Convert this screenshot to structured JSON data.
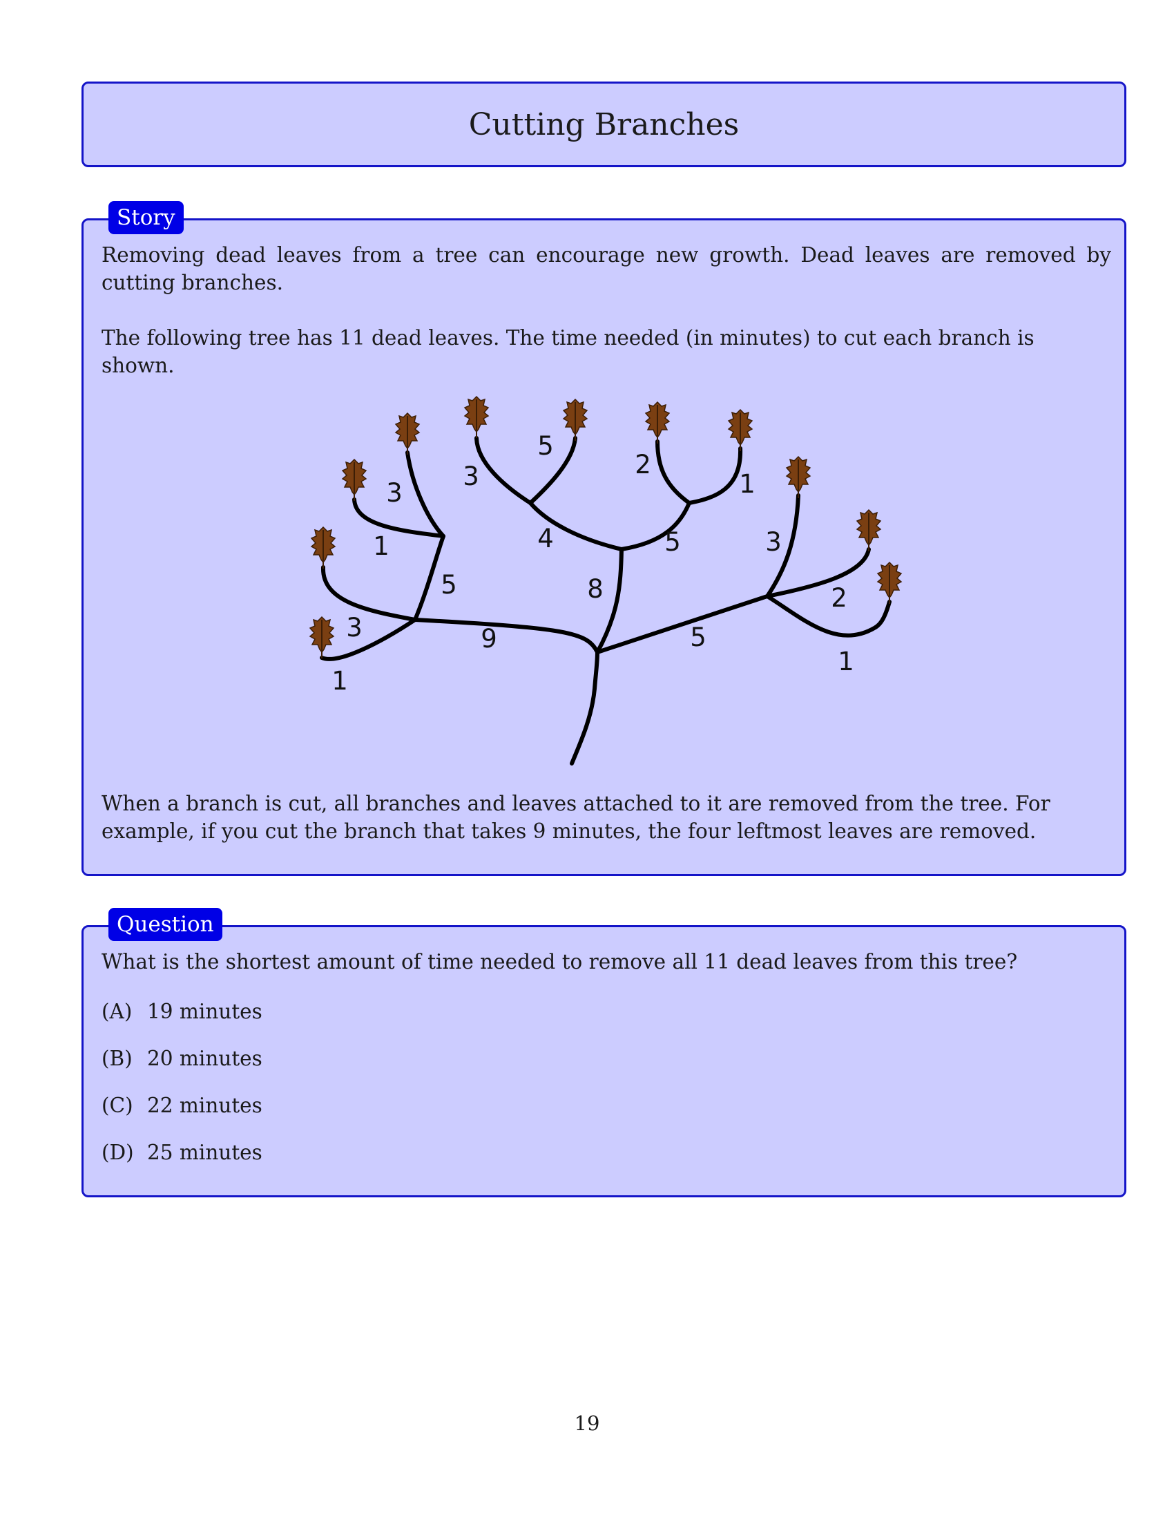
{
  "title": "Cutting Branches",
  "story": {
    "tag": "Story",
    "paragraph1": "Removing dead leaves from a tree can encourage new growth. Dead leaves are removed by cutting branches.",
    "paragraph2": "The following tree has 11 dead leaves. The time needed (in minutes) to cut each branch is shown.",
    "paragraph3": "When a branch is cut, all branches and leaves attached to it are removed from the tree. For example, if you cut the branch that takes 9 minutes, the four leftmost leaves are removed."
  },
  "tree": {
    "leaf_count": 11,
    "branch_weights": [
      "1",
      "3",
      "5",
      "1",
      "3",
      "9",
      "3",
      "5",
      "4",
      "2",
      "1",
      "5",
      "8",
      "5",
      "3",
      "2",
      "1"
    ]
  },
  "question": {
    "tag": "Question",
    "text": "What is the shortest amount of time needed to remove all 11 dead leaves from this tree?",
    "options": [
      {
        "label": "(A)",
        "text": "19 minutes"
      },
      {
        "label": "(B)",
        "text": "20 minutes"
      },
      {
        "label": "(C)",
        "text": "22 minutes"
      },
      {
        "label": "(D)",
        "text": "25 minutes"
      }
    ]
  },
  "page_number": "19",
  "colors": {
    "panel_fill": "#ccccff",
    "panel_border": "#1414c8",
    "tag_fill": "#0000e6",
    "leaf": "#7a3f12"
  }
}
